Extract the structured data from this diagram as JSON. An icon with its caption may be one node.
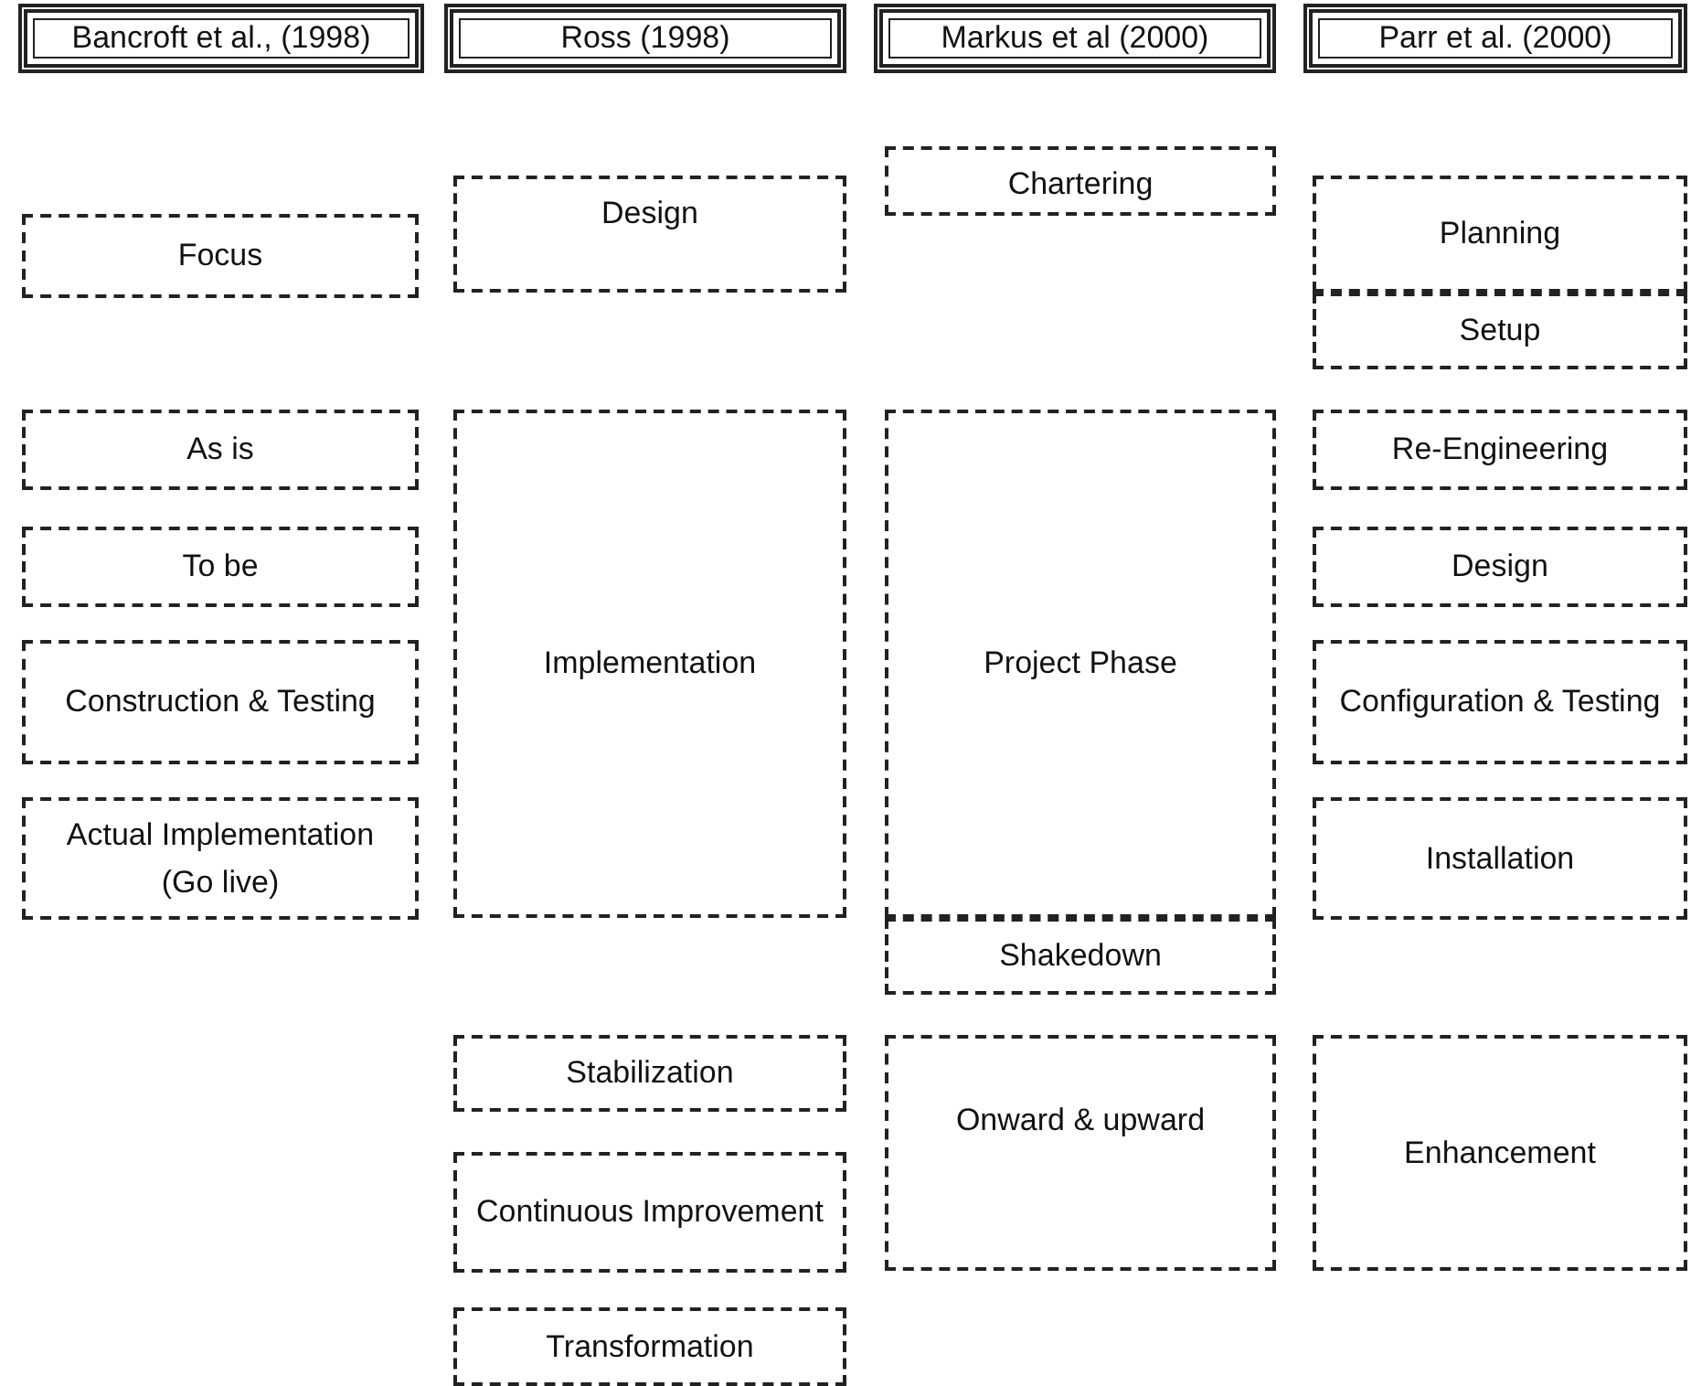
{
  "diagram": {
    "nodes": [
      {
        "text": [
          "Bancroft et al., (1998)"
        ]
      },
      {
        "text": [
          "Ross (1998)"
        ]
      },
      {
        "text": [
          "Markus et al (2000)"
        ]
      },
      {
        "text": [
          "Parr et al. (2000)"
        ]
      },
      {
        "text": [
          "Focus"
        ]
      },
      {
        "text": [
          "As is"
        ]
      },
      {
        "text": [
          "To be"
        ]
      },
      {
        "text": [
          "Construction & Testing"
        ]
      },
      {
        "text": [
          "Actual Implementation (Go live)"
        ]
      },
      {
        "text": [
          "Design"
        ]
      },
      {
        "text": [
          "Implementation"
        ]
      },
      {
        "text": [
          "Stabilization"
        ]
      },
      {
        "text": [
          "Continuous Improvement"
        ]
      },
      {
        "text": [
          "Transformation"
        ]
      },
      {
        "text": [
          "Chartering"
        ]
      },
      {
        "text": [
          "Project Phase"
        ]
      },
      {
        "text": [
          "Shakedown"
        ]
      },
      {
        "text": [
          "Onward & upward"
        ]
      },
      {
        "text": [
          "Planning"
        ]
      },
      {
        "text": [
          "Setup"
        ]
      },
      {
        "text": [
          "Re-Engineering"
        ]
      },
      {
        "text": [
          "Design"
        ]
      },
      {
        "text": [
          "Configuration & Testing"
        ]
      },
      {
        "text": [
          "Installation"
        ]
      },
      {
        "text": [
          "Enhancement"
        ]
      }
    ]
  }
}
